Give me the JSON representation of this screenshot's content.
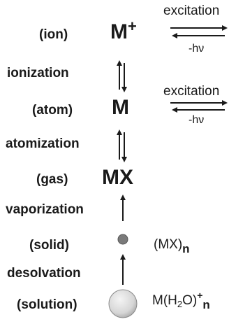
{
  "stages": [
    {
      "label": "(ion)",
      "species": "M",
      "charge": "+"
    },
    {
      "label": "(atom)",
      "species": "M"
    },
    {
      "label": "(gas)",
      "species": "MX"
    },
    {
      "label": "(solid)",
      "formula_base": "(MX)",
      "formula_sub": "n"
    },
    {
      "label": "(solution)",
      "formula_base": "M(H",
      "formula_h2o_sub": "2",
      "formula_close": "O)",
      "formula_sup": "+",
      "formula_sub": "n"
    }
  ],
  "processes": [
    "ionization",
    "atomization",
    "vaporization",
    "desolvation"
  ],
  "excitation_label": "excitation",
  "emission_label": "-hν",
  "colors": {
    "text": "#1a1a1a",
    "solid_particle": "#7a7a7a",
    "droplet": "#d9d9d9"
  }
}
